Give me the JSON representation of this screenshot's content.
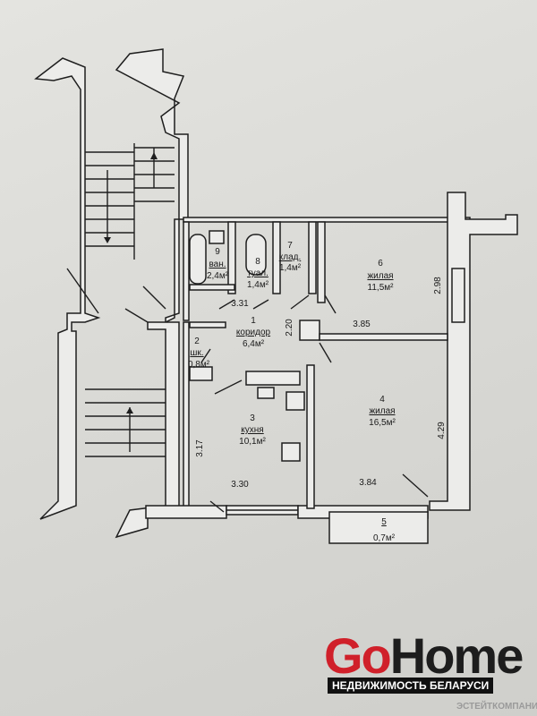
{
  "rooms": [
    {
      "num": "9",
      "name": "ван.",
      "area": "2,4м²"
    },
    {
      "num": "8",
      "name": "туал.",
      "area": "1,4м²"
    },
    {
      "num": "7",
      "name": "клад.",
      "area": "1,4м²"
    },
    {
      "num": "6",
      "name": "жилая",
      "area": "11,5м²"
    },
    {
      "num": "1",
      "name": "коридор",
      "area": "6,4м²"
    },
    {
      "num": "2",
      "name": "шк.",
      "area": "0,8м²"
    },
    {
      "num": "3",
      "name": "кухня",
      "area": "10,1м²"
    },
    {
      "num": "4",
      "name": "жилая",
      "area": "16,5м²"
    },
    {
      "num": "5",
      "name": "",
      "area": "0,7м²"
    }
  ],
  "dimensions": {
    "d1": "3.31",
    "d2": "2.20",
    "d3": "3.85",
    "d4": "2.98",
    "d5": "4.29",
    "d6": "3.84",
    "d7": "3.30",
    "d8": "3.17"
  },
  "logo": {
    "go": "Go",
    "home": "Home",
    "tagline": "НЕДВИЖИМОСТЬ БЕЛАРУСИ",
    "watermark": "ЭСТЕЙТКОМПАНИ"
  }
}
